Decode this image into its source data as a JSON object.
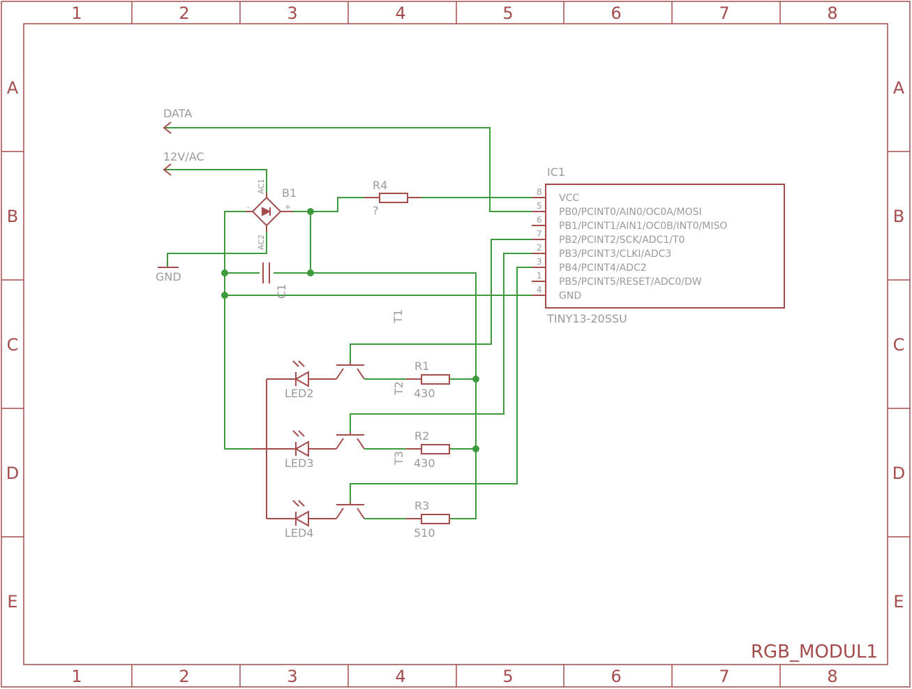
{
  "frame": {
    "columns": [
      "1",
      "2",
      "3",
      "4",
      "5",
      "6",
      "7",
      "8"
    ],
    "rows": [
      "A",
      "B",
      "C",
      "D",
      "E"
    ],
    "title": "RGB_MODUL1"
  },
  "nets": {
    "data": "DATA",
    "supply": "12V/AC",
    "gnd": "GND"
  },
  "bridge": {
    "name": "B1",
    "ac1": "AC1",
    "ac2": "AC2",
    "plus": "+",
    "minus": "-"
  },
  "r4": {
    "name": "R4",
    "value": "?"
  },
  "c1": {
    "name": "C1"
  },
  "ic": {
    "name": "IC1",
    "part": "TINY13-20SSU",
    "pins": [
      {
        "num": "8",
        "label": "VCC"
      },
      {
        "num": "5",
        "label": "PB0/PCINT0/AIN0/OC0A/MOSI"
      },
      {
        "num": "6",
        "label": "PB1/PCINT1/AIN1/OC0B/INT0/MISO"
      },
      {
        "num": "7",
        "label": "PB2/PCINT2/SCK/ADC1/T0"
      },
      {
        "num": "2",
        "label": "PB3/PCINT3/CLKI/ADC3"
      },
      {
        "num": "3",
        "label": "PB4/PCINT4/ADC2"
      },
      {
        "num": "1",
        "label": "PB5/PCINT5/RESET/ADC0/DW"
      },
      {
        "num": "4",
        "label": "GND"
      }
    ]
  },
  "channels": [
    {
      "transistor": "T2",
      "resistor": "R1",
      "value": "430",
      "led": "LED2"
    },
    {
      "transistor": "T3",
      "resistor": "R2",
      "value": "430",
      "led": "LED3"
    },
    {
      "transistor": "",
      "resistor": "R3",
      "value": "510",
      "led": "LED4"
    }
  ],
  "t1": "T1",
  "colors": {
    "frame": "#a44c4c",
    "wire": "#3c9a3c",
    "label": "#9a9a9a"
  }
}
